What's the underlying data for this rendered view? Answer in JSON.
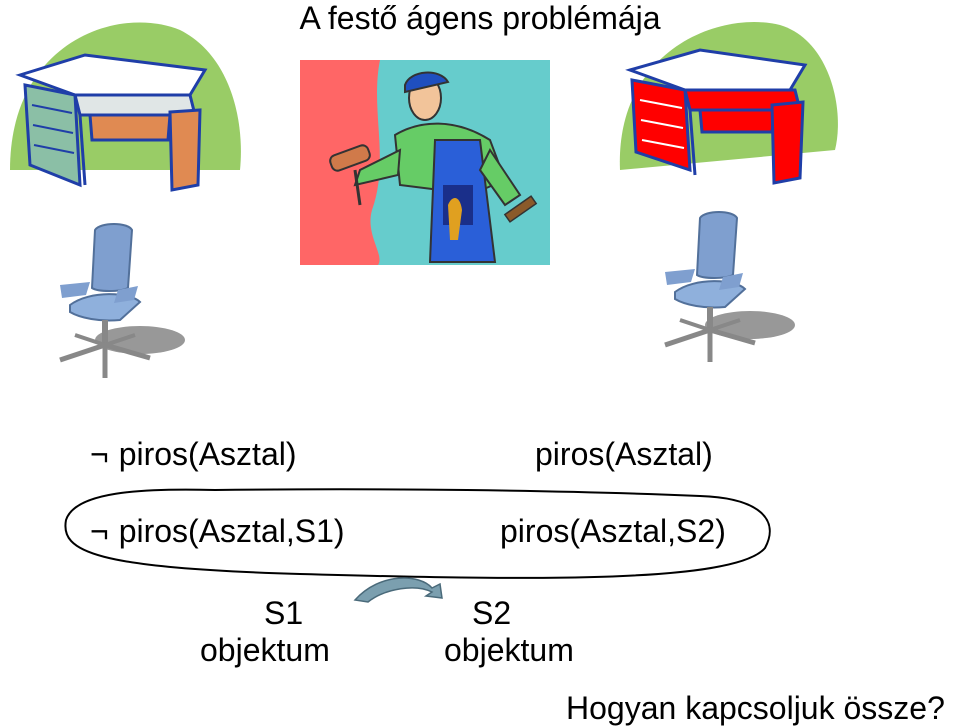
{
  "title": "A festő ágens problémája",
  "left_fact": {
    "neg": "¬",
    "text": "piros(Asztal)"
  },
  "right_fact": {
    "text": "piros(Asztal)"
  },
  "left_situation": {
    "neg": "¬",
    "text": "piros(Asztal,S1)"
  },
  "right_situation": {
    "text": "piros(Asztal,S2)"
  },
  "s1": {
    "name": "S1",
    "kind": "objektum"
  },
  "s2": {
    "name": "S2",
    "kind": "objektum"
  },
  "question": "Hogyan kapcsoljuk össze?",
  "colors": {
    "plant_green": "#99cc66",
    "desk_left_main": "#8bbfa6",
    "desk_left_accent": "#e08a52",
    "desk_right_main": "#ff0000",
    "chair": "#7f9fcf",
    "painter_bg_red": "#ff6666",
    "painter_bg_cyan": "#66cccc",
    "arrow": "#7b9faf"
  }
}
